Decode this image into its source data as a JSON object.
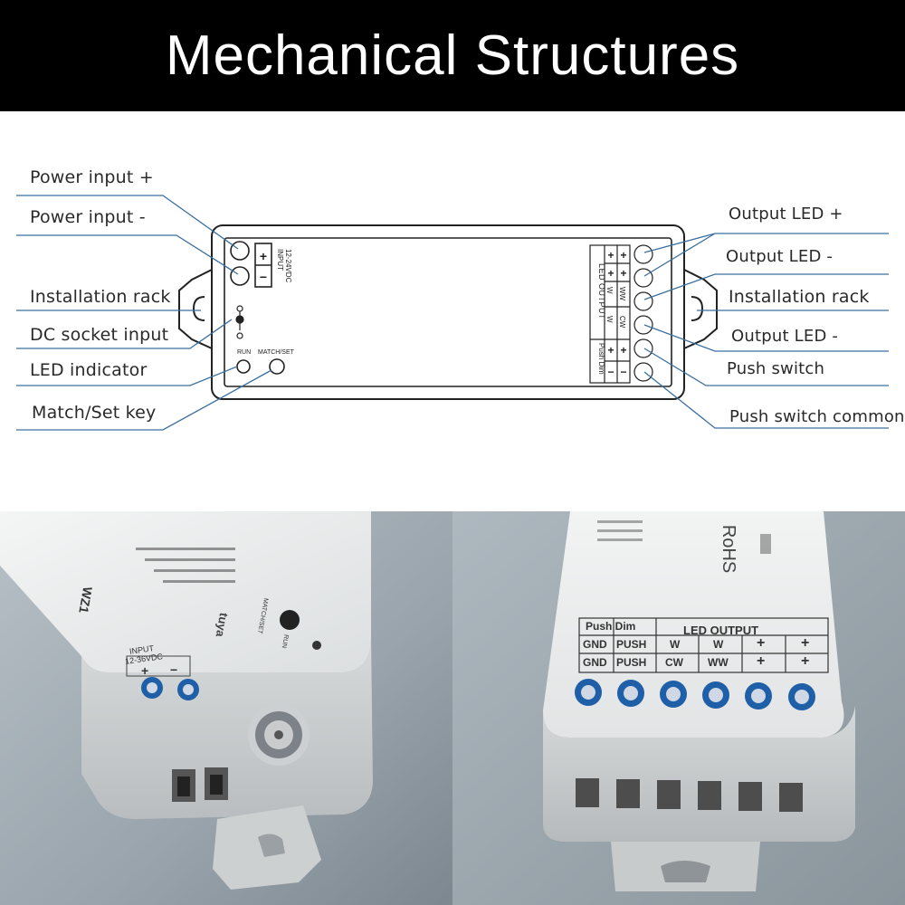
{
  "title": "Mechanical Structures",
  "left_labels": {
    "power_input_plus": "Power input +",
    "power_input_minus": "Power input -",
    "installation_rack": "Installation rack",
    "dc_socket_input": "DC socket input",
    "led_indicator": "LED indicator",
    "match_set_key": "Match/Set key"
  },
  "right_labels": {
    "output_led_plus": "Output LED +",
    "output_led_minus_1": "Output LED -",
    "installation_rack": "Installation rack",
    "output_led_minus_2": "Output LED -",
    "push_switch": "Push switch",
    "push_switch_common": "Push switch common"
  },
  "device": {
    "input_header": "INPUT",
    "input_voltage": "12-24VDC",
    "plus": "+",
    "minus": "−",
    "run": "RUN",
    "match_set": "MATCH/SET",
    "led_output": "LED OUTPUT",
    "push_dim": "Push Dim",
    "w": "W",
    "ww": "WW",
    "cw": "CW"
  },
  "photo_left": {
    "input_label": "INPUT",
    "input_voltage": "12-36VDC",
    "plus": "+",
    "minus": "−",
    "brand": "tuya",
    "model": "WZ1",
    "run": "RUN",
    "match_set": "MATCH/SET"
  },
  "photo_right": {
    "push_dim": "Push Dim",
    "led_output": "LED OUTPUT",
    "gnd": "GND",
    "push": "PUSH",
    "w": "W",
    "cw": "CW",
    "ww": "WW",
    "plus": "+",
    "rohs": "RoHS"
  },
  "colors": {
    "leader_line": "#3a6fa0",
    "header_bg": "#000000",
    "terminal_blue": "#1f5fa8"
  }
}
